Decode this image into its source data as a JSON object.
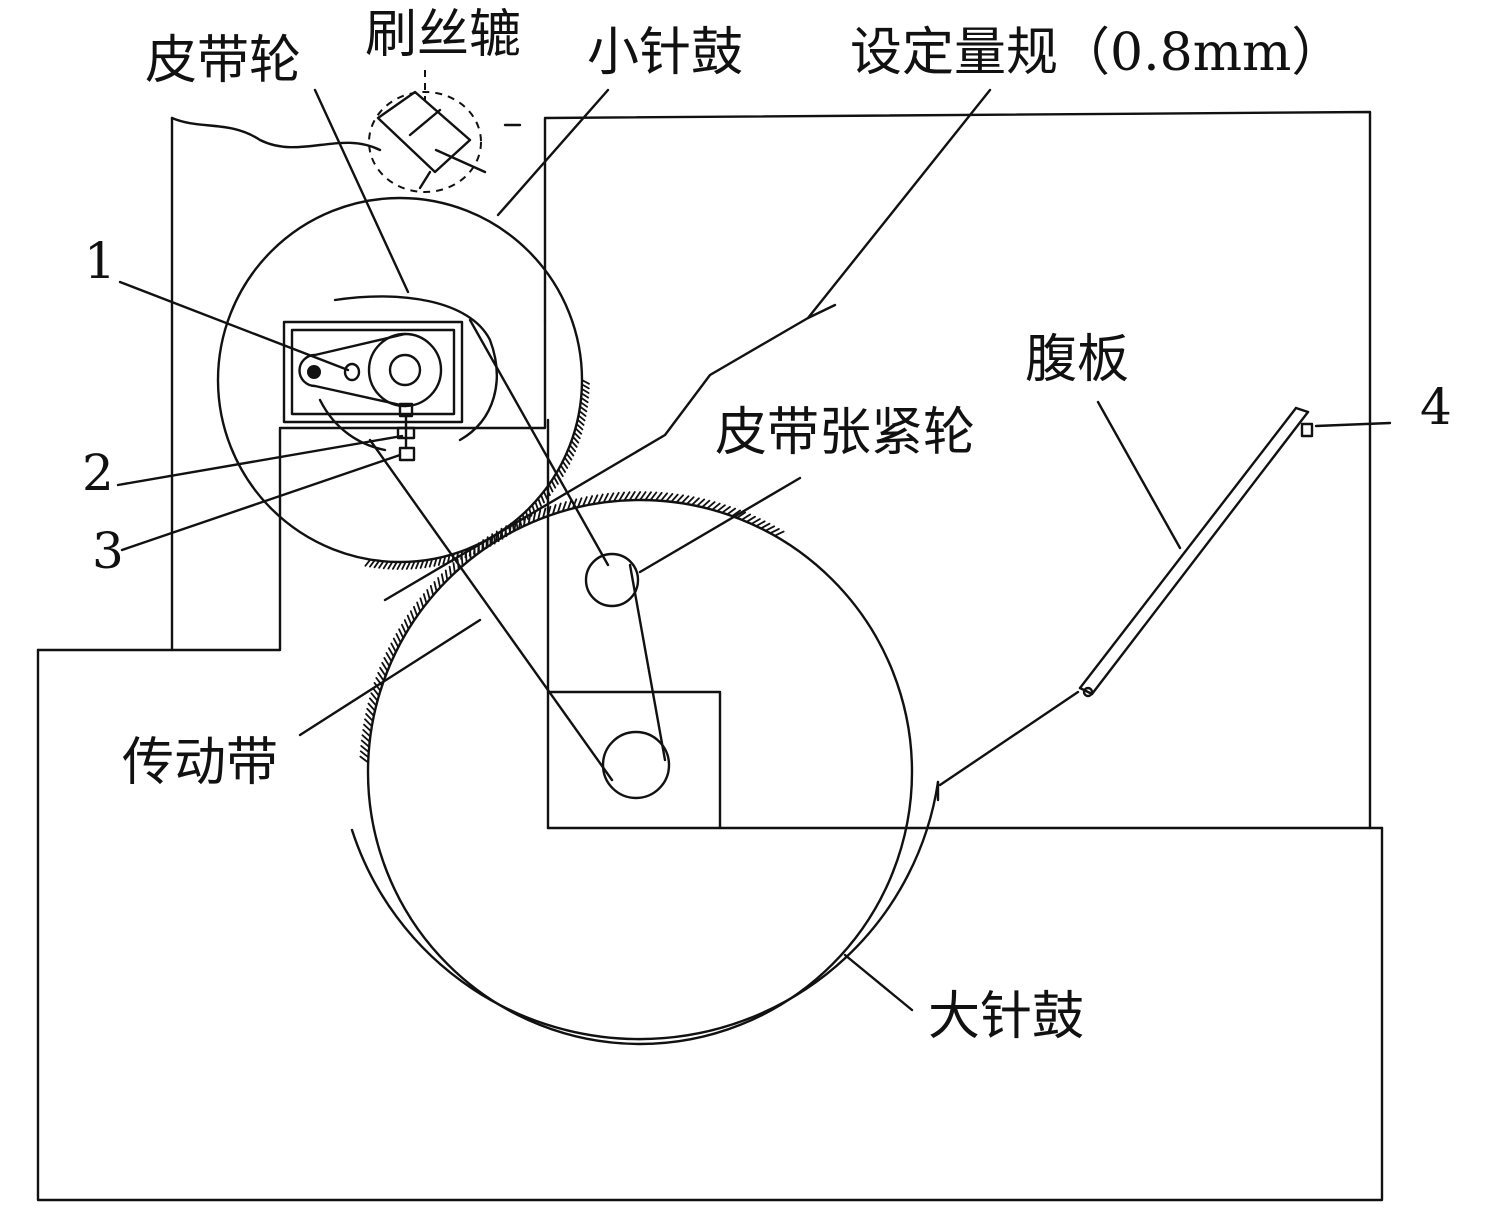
{
  "labels": {
    "pulley": "皮带轮",
    "brush_roller": "刷丝辘",
    "small_drum": "小针鼓",
    "gauge": "设定量规（0.8mm）",
    "web_plate": "腹板",
    "tensioner": "皮带张紧轮",
    "drive_belt": "传动带",
    "large_drum": "大针鼓",
    "n1": "1",
    "n2": "2",
    "n3": "3",
    "n4": "4"
  },
  "colors": {
    "line": "#111111",
    "background": "#ffffff"
  }
}
